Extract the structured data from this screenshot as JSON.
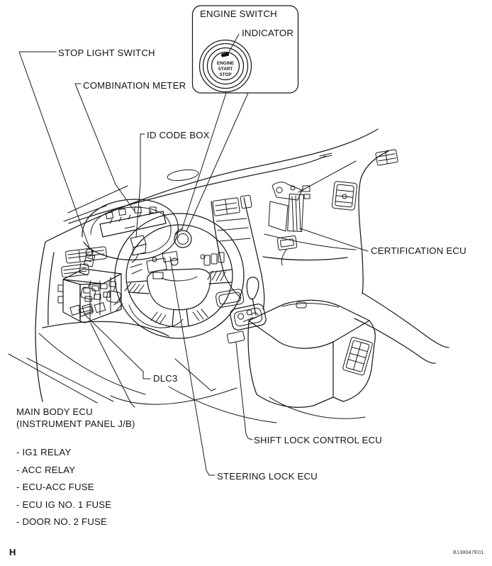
{
  "figure": {
    "title_labels": {
      "engine_switch": "ENGINE SWITCH",
      "indicator": "INDICATOR",
      "stop_light_switch": "STOP LIGHT SWITCH",
      "combination_meter": "COMBINATION METER",
      "id_code_box": "ID CODE BOX",
      "certification_ecu": "CERTIFICATION ECU",
      "dlc3": "DLC3",
      "main_body_ecu_line1": "MAIN BODY ECU",
      "main_body_ecu_line2": "(INSTRUMENT PANEL J/B)",
      "shift_lock_control_ecu": "SHIFT LOCK CONTROL ECU",
      "steering_lock_ecu": "STEERING LOCK ECU"
    },
    "button_text": {
      "line1": "ENGINE",
      "line2": "START",
      "line3": "STOP"
    },
    "component_list": [
      "- IG1 RELAY",
      "- ACC RELAY",
      "- ECU-ACC FUSE",
      "- ECU IG NO. 1 FUSE",
      "- DOOR NO. 2 FUSE"
    ],
    "footer": {
      "page_marker": "H",
      "figure_code": "B138047E01"
    },
    "colors": {
      "line": "#1a1a1a",
      "background": "#ffffff"
    }
  }
}
